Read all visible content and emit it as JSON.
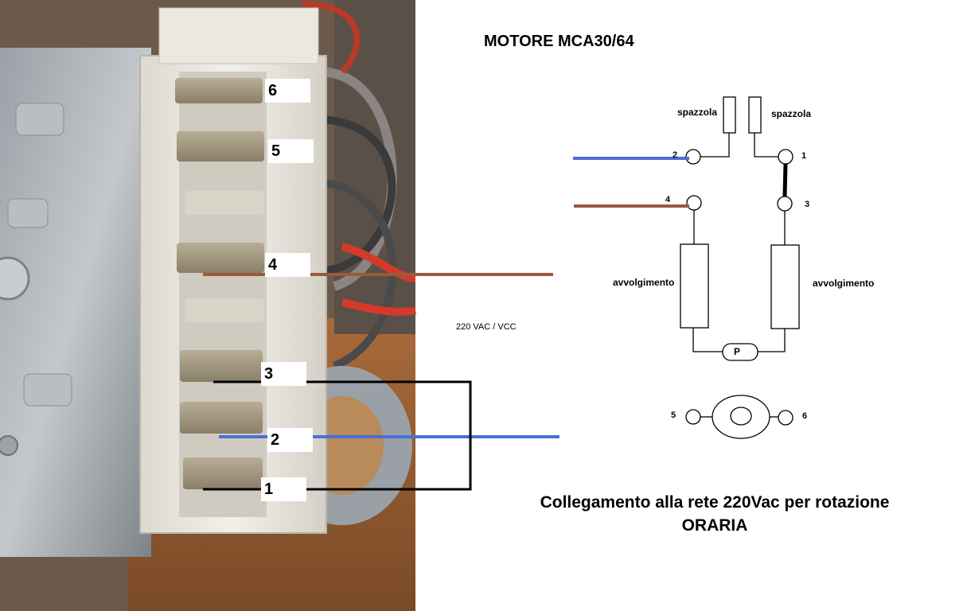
{
  "title": "MOTORE MCA30/64",
  "caption": "Collegamento alla rete 220Vac per rotazione ORARIA",
  "supply_label": "220 VAC / VCC",
  "brush_labels": [
    "spazzola",
    "spazzola"
  ],
  "winding_labels": [
    "avvolgimento",
    "avvolgimento"
  ],
  "protector_label": "P",
  "schematic_pins": [
    "1",
    "2",
    "3",
    "4",
    "5",
    "6"
  ],
  "connector_pins": [
    "6",
    "5",
    "4",
    "3",
    "2",
    "1"
  ],
  "colors": {
    "blue_wire": "#4a6fd8",
    "brown_wire": "#9a5a3c",
    "jumper": "#000000",
    "background": "#ffffff"
  }
}
